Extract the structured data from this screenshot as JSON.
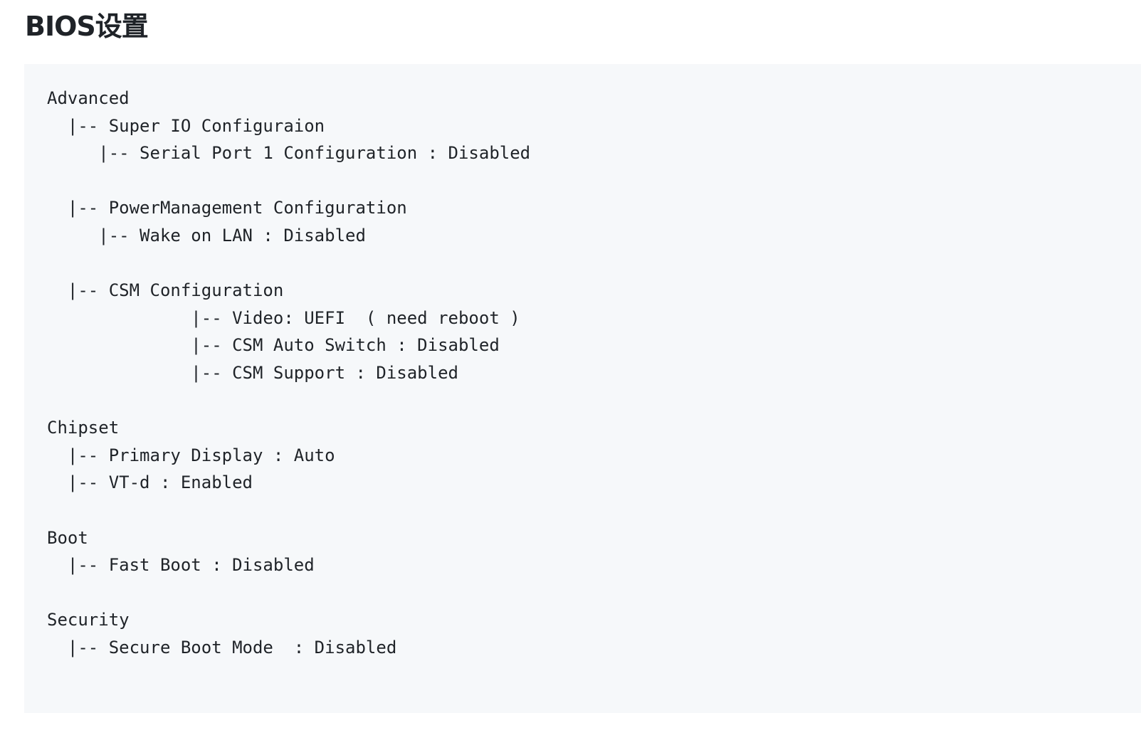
{
  "page": {
    "title": "BIOS设置"
  },
  "code_block": {
    "lines": [
      "Advanced",
      "  |-- Super IO Configuraion",
      "     |-- Serial Port 1 Configuration : Disabled",
      "",
      "  |-- PowerManagement Configuration",
      "     |-- Wake on LAN : Disabled",
      "",
      "  |-- CSM Configuration",
      "              |-- Video: UEFI  ( need reboot )",
      "              |-- CSM Auto Switch : Disabled",
      "              |-- CSM Support : Disabled",
      "",
      "Chipset",
      "  |-- Primary Display : Auto",
      "  |-- VT-d : Enabled",
      "",
      "Boot",
      "  |-- Fast Boot : Disabled",
      "",
      "Security",
      "  |-- Secure Boot Mode  : Disabled"
    ]
  }
}
